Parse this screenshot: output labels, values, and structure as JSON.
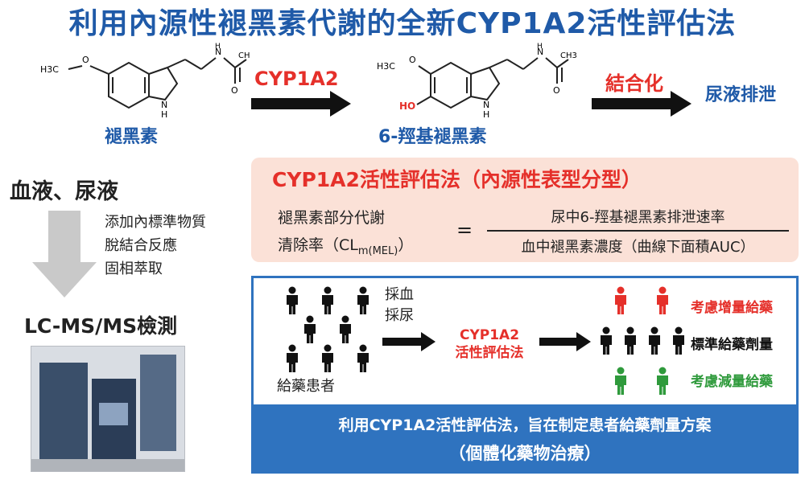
{
  "title": "利用內源性褪黑素代謝的全新CYP1A2活性評估法",
  "reaction": {
    "substrate_name": "褪黑素",
    "enzyme": "CYP1A2",
    "product_name": "6-羥基褪黑素",
    "step2": "結合化",
    "excretion": "尿液排泄",
    "substituent_ho": "HO",
    "atom_h3co": "H3C",
    "atom_o": "O",
    "atom_n": "N",
    "atom_h": "H",
    "atom_ch3": "CH3",
    "atom_nh": "N",
    "atom_nh_h": "H"
  },
  "left_panel": {
    "sample_label": "血液、尿液",
    "steps": [
      "添加內標準物質",
      "脫結合反應",
      "固相萃取"
    ],
    "detection": "LC-MS/MS檢測"
  },
  "method_box": {
    "heading": "CYP1A2活性評估法（內源性表型分型）",
    "lhs_line1": "褪黑素部分代謝",
    "lhs_line2_prefix": "清除率（CL",
    "lhs_line2_sub": "m(MEL)",
    "lhs_line2_suffix": "）",
    "equals": "=",
    "numerator": "尿中6-羥基褪黑素排泄速率",
    "denominator": "血中褪黑素濃度（曲線下面積AUC）"
  },
  "workflow": {
    "patients_label": "給藥患者",
    "collection": [
      "採血",
      "採尿"
    ],
    "method_label_1": "CYP1A2",
    "method_label_2": "活性評估法",
    "outcomes": [
      {
        "label": "考慮增量給藥",
        "color": "#e5302a"
      },
      {
        "label": "標準給藥劑量",
        "color": "#111111"
      },
      {
        "label": "考慮減量給藥",
        "color": "#2f9a3c"
      }
    ],
    "footer_line1": "利用CYP1A2活性評估法，旨在制定患者給藥劑量方案",
    "footer_line2": "（個體化藥物治療）"
  },
  "colors": {
    "title_blue": "#1f5aa8",
    "accent_red": "#e5302a",
    "box_blue": "#2f73bf",
    "peach": "#fbe1d7",
    "green": "#2f9a3c"
  }
}
